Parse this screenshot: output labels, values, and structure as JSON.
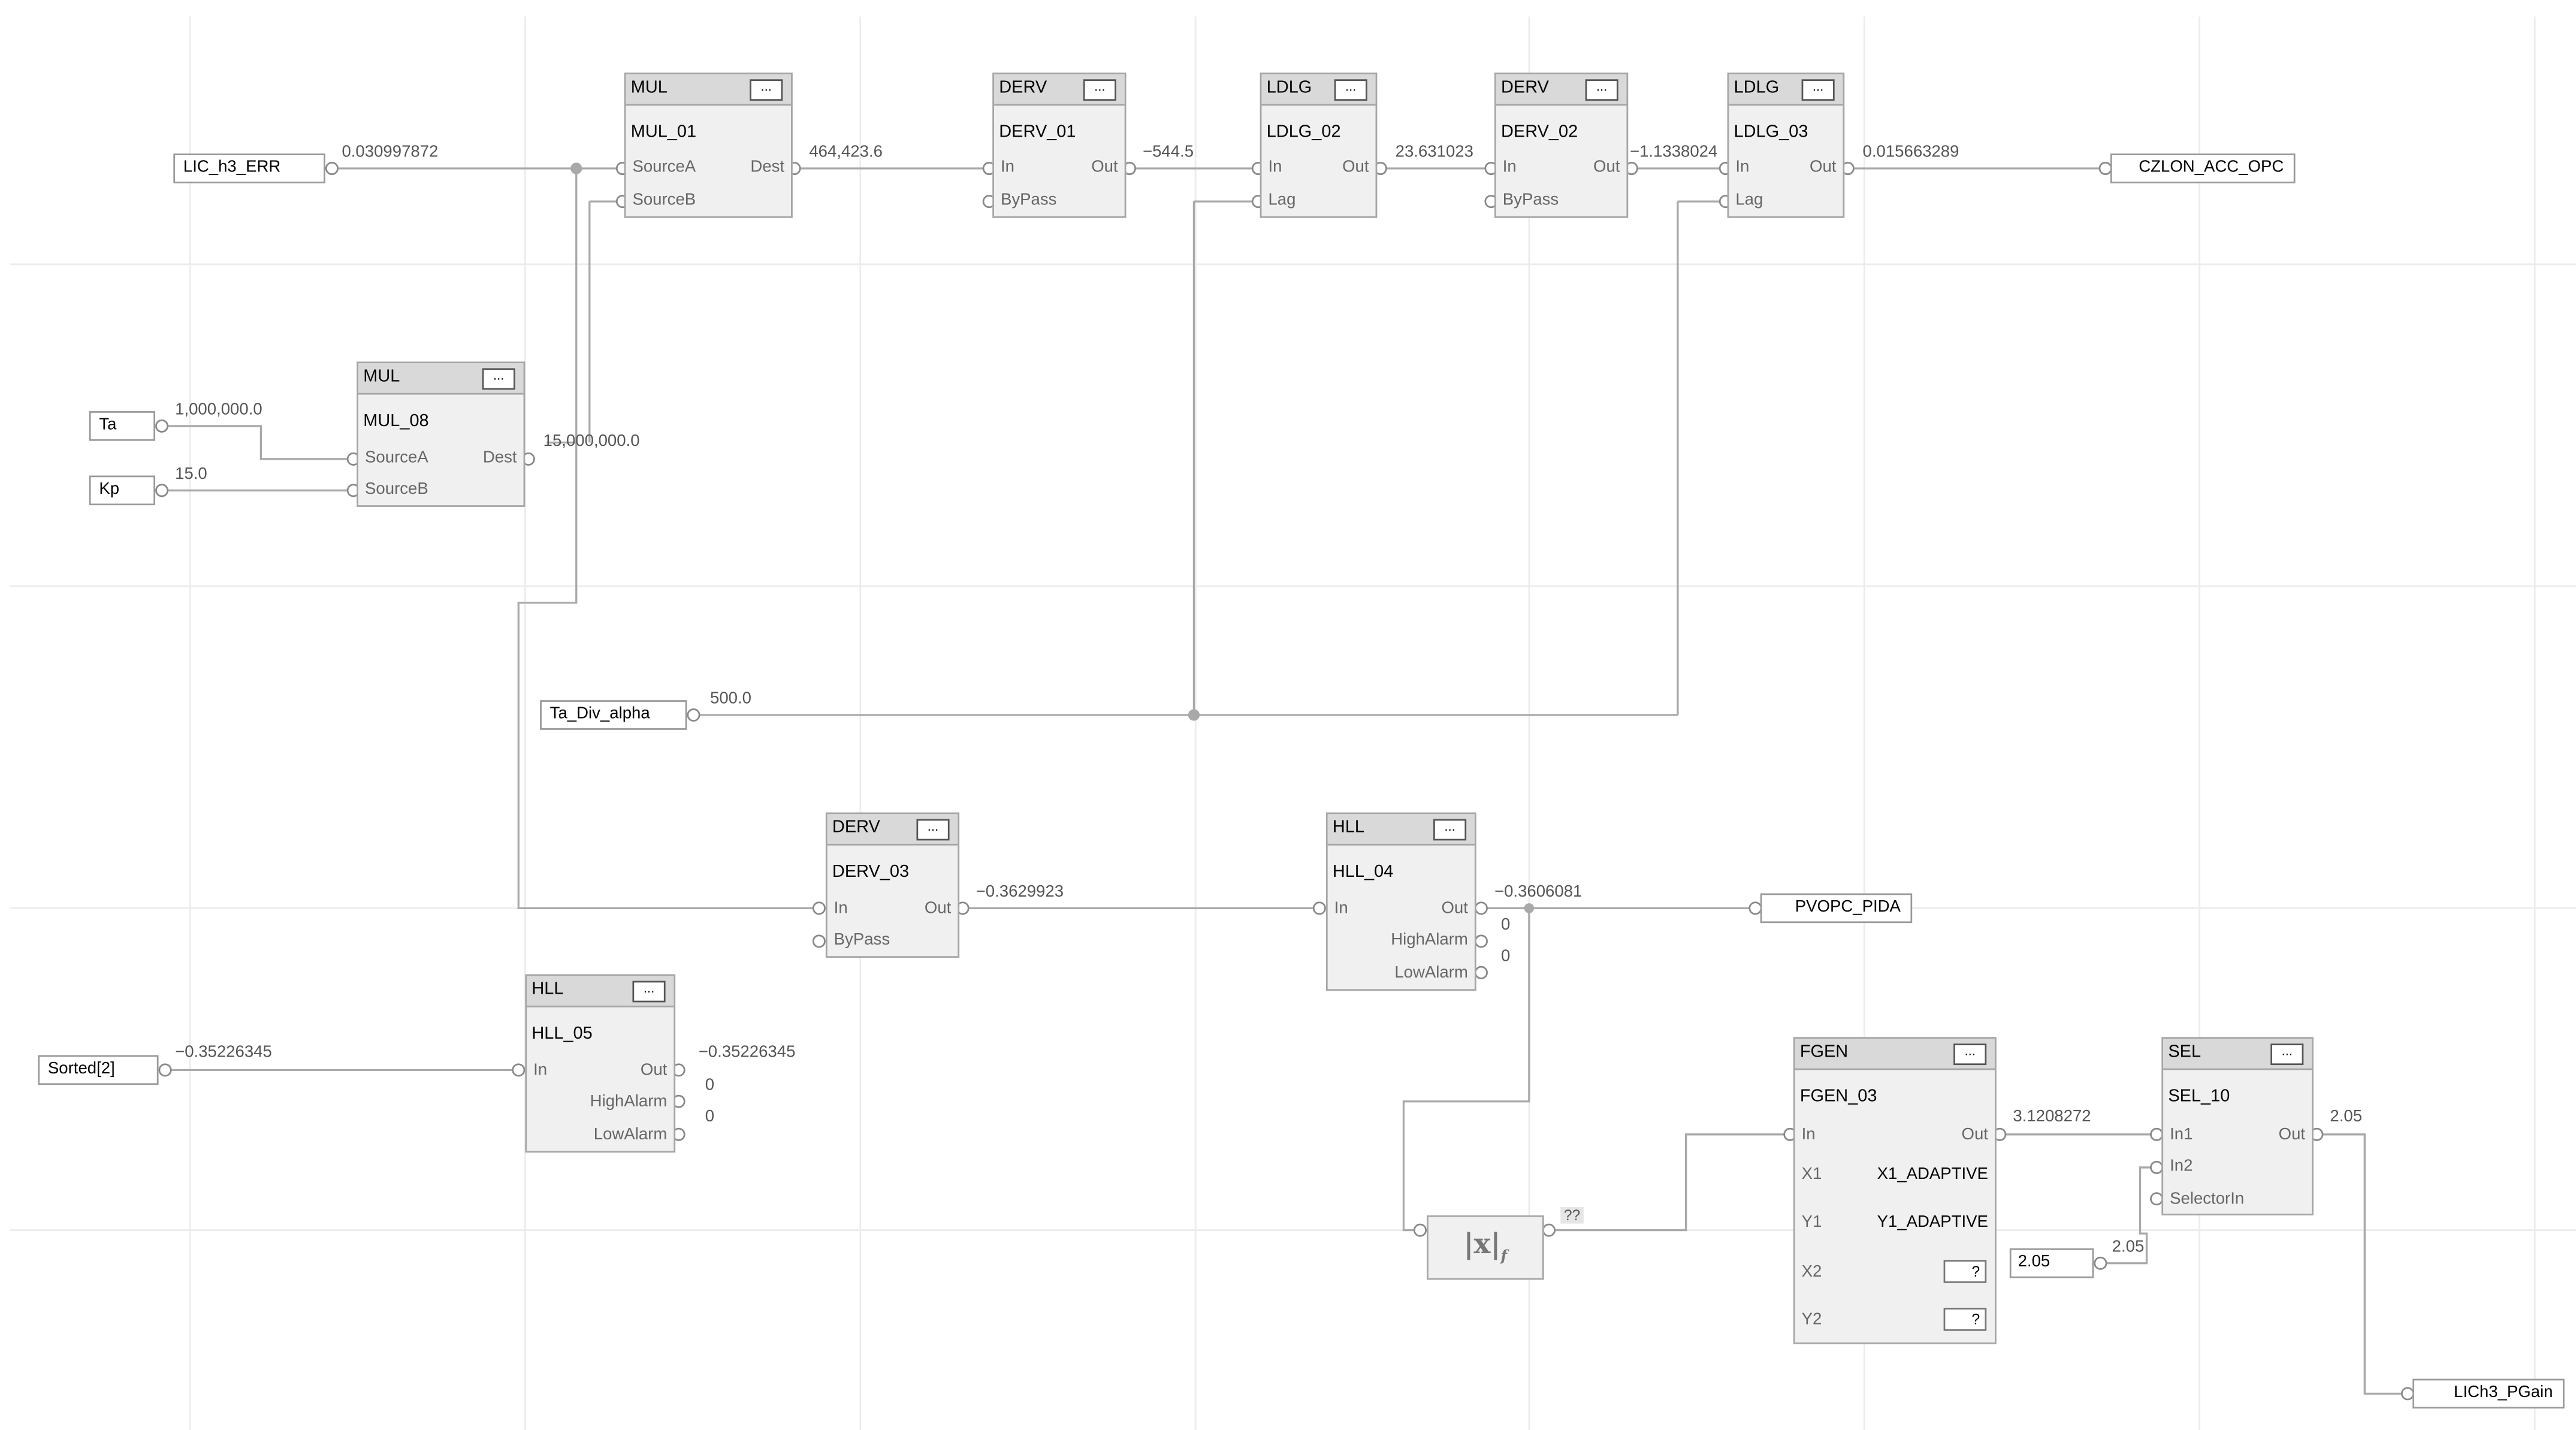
{
  "diagram": {
    "blocks": {
      "mul_01": {
        "type": "MUL",
        "name": "MUL_01",
        "menu": "...",
        "pins_left": [
          "SourceA",
          "SourceB"
        ],
        "pin_right": "Dest"
      },
      "derv_01": {
        "type": "DERV",
        "name": "DERV_01",
        "menu": "...",
        "pins_left": [
          "In",
          "ByPass"
        ],
        "pin_right": "Out"
      },
      "ldlg_02": {
        "type": "LDLG",
        "name": "LDLG_02",
        "menu": "...",
        "pins_left": [
          "In",
          "Lag"
        ],
        "pin_right": "Out"
      },
      "derv_02": {
        "type": "DERV",
        "name": "DERV_02",
        "menu": "...",
        "pins_left": [
          "In",
          "ByPass"
        ],
        "pin_right": "Out"
      },
      "ldlg_03": {
        "type": "LDLG",
        "name": "LDLG_03",
        "menu": "...",
        "pins_left": [
          "In",
          "Lag"
        ],
        "pin_right": "Out"
      },
      "mul_08": {
        "type": "MUL",
        "name": "MUL_08",
        "menu": "...",
        "pins_left": [
          "SourceA",
          "SourceB"
        ],
        "pin_right": "Dest"
      },
      "derv_03": {
        "type": "DERV",
        "name": "DERV_03",
        "menu": "...",
        "pins_left": [
          "In",
          "ByPass"
        ],
        "pin_right": "Out"
      },
      "hll_04": {
        "type": "HLL",
        "name": "HLL_04",
        "menu": "...",
        "pin_left": "In",
        "pins_right": [
          "Out",
          "HighAlarm",
          "LowAlarm"
        ]
      },
      "hll_05": {
        "type": "HLL",
        "name": "HLL_05",
        "menu": "...",
        "pin_left": "In",
        "pins_right": [
          "Out",
          "HighAlarm",
          "LowAlarm"
        ]
      },
      "fgen_03": {
        "type": "FGEN",
        "name": "FGEN_03",
        "menu": "...",
        "pin_left": "In",
        "pin_right": "Out",
        "params": [
          {
            "label": "X1",
            "value": "X1_ADAPTIVE"
          },
          {
            "label": "Y1",
            "value": "Y1_ADAPTIVE"
          },
          {
            "label": "X2",
            "value": "?"
          },
          {
            "label": "Y2",
            "value": "?"
          }
        ]
      },
      "sel_10": {
        "type": "SEL",
        "name": "SEL_10",
        "menu": "...",
        "pins_left": [
          "In1",
          "In2",
          "SelectorIn"
        ],
        "pin_right": "Out"
      },
      "abs_1": {
        "symbol": "|x|",
        "subscript": "f",
        "output_value": "??"
      }
    },
    "tags": {
      "lic_h3_err": "LIC_h3_ERR",
      "ta": "Ta",
      "kp": "Kp",
      "ta_div_alpha": "Ta_Div_alpha",
      "sorted_2": "Sorted[2]",
      "czlon_acc_opc": "CZLON_ACC_OPC",
      "pvopc_pida": "PVOPC_PIDA",
      "lich3_pgain": "LICh3_PGain",
      "const_205": "2.05"
    },
    "values": {
      "lic_h3_err": "0.030997872",
      "mul_01_dest": "464,423.6",
      "derv_01_out": "−544.5",
      "ldlg_02_out": "23.631023",
      "derv_02_out": "−1.1338024",
      "ldlg_03_out": "0.015663289",
      "ta": "1,000,000.0",
      "kp": "15.0",
      "mul_08_dest": "15,000,000.0",
      "ta_div_alpha": "500.0",
      "derv_03_out": "−0.3629923",
      "hll_04_out": "−0.3606081",
      "hll_04_high": "0",
      "hll_04_low": "0",
      "sorted_2": "−0.35226345",
      "hll_05_out": "−0.35226345",
      "hll_05_high": "0",
      "hll_05_low": "0",
      "fgen_03_out": "3.1208272",
      "sel_10_out": "2.05",
      "const_205": "2.05"
    }
  }
}
